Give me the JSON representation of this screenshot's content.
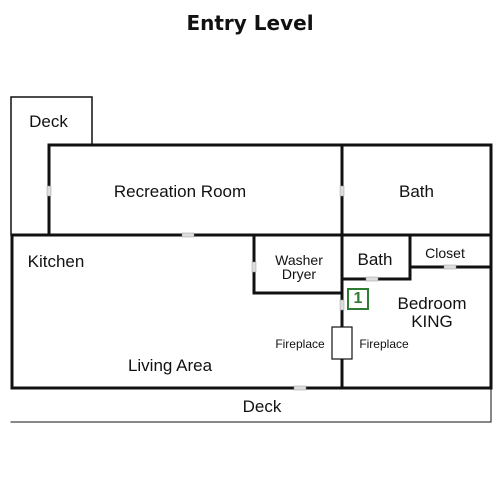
{
  "title": "Entry Level",
  "rooms": {
    "deck_top": "Deck",
    "recreation_room": "Recreation Room",
    "bath_upper": "Bath",
    "kitchen": "Kitchen",
    "washer": "Washer",
    "dryer": "Dryer",
    "bath_lower": "Bath",
    "closet": "Closet",
    "bedroom": "Bedroom",
    "bedroom_bed": "KING",
    "living_area": "Living Area",
    "fireplace_left": "Fireplace",
    "fireplace_right": "Fireplace",
    "deck_bottom": "Deck"
  },
  "bedroom_marker": "1",
  "colors": {
    "wall": "#111111",
    "marker": "#2e7d32",
    "door": "#cccccc"
  }
}
